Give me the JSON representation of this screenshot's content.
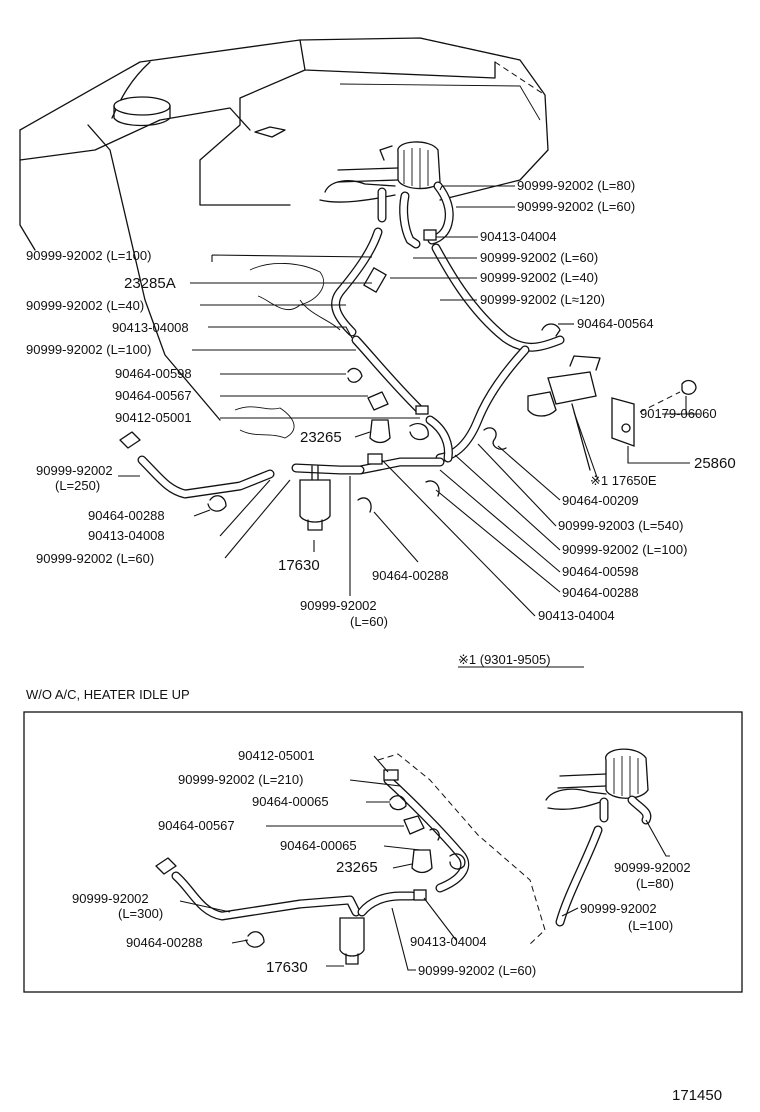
{
  "top_labels": {
    "l1": "90999-92002 (L=80)",
    "l2": "90999-92002 (L=60)",
    "l3": "90413-04004",
    "l4": "90999-92002 (L=60)",
    "l5": "90999-92002 (L=40)",
    "l6": "90999-92002 (L≈120)",
    "l7": "90464-00564",
    "l8": "90179-06060",
    "l9": "25860",
    "l10": "※1 17650E",
    "l11": "90464-00209",
    "l12": "90999-92003 (L=540)",
    "l13": "90999-92002 (L=100)",
    "l14": "90464-00598",
    "l15": "90464-00288",
    "l16": "90413-04004",
    "left1": "90999-92002 (L=100)",
    "left2": "23285A",
    "left3": "90999-92002 (L=40)",
    "left4": "90413-04008",
    "left5": "90999-92002 (L=100)",
    "left6": "90464-00598",
    "left7": "90464-00567",
    "left8": "90412-05001",
    "left9": "23265",
    "left10a": "90999-92002",
    "left10b": "(L=250)",
    "left11": "90464-00288",
    "left12": "90413-04008",
    "left13": "90999-92002 (L=60)",
    "left14": "17630",
    "mid1": "90464-00288",
    "mid2a": "90999-92002",
    "mid2b": "(L=60)",
    "note": "※1 (9301-9505)"
  },
  "inset": {
    "title": "W/O A/C, HEATER IDLE UP",
    "i1": "90412-05001",
    "i2": "90999-92002 (L=210)",
    "i3": "90464-00065",
    "i4": "90464-00567",
    "i5": "90464-00065",
    "i6": "23265",
    "i7a": "90999-92002",
    "i7b": "(L=300)",
    "i8": "90464-00288",
    "i9": "17630",
    "i10": "90413-04004",
    "i11": "90999-92002 (L=60)",
    "i12a": "90999-92002",
    "i12b": "(L=80)",
    "i13a": "90999-92002",
    "i13b": "(L=100)"
  },
  "diagram_number": "171450"
}
